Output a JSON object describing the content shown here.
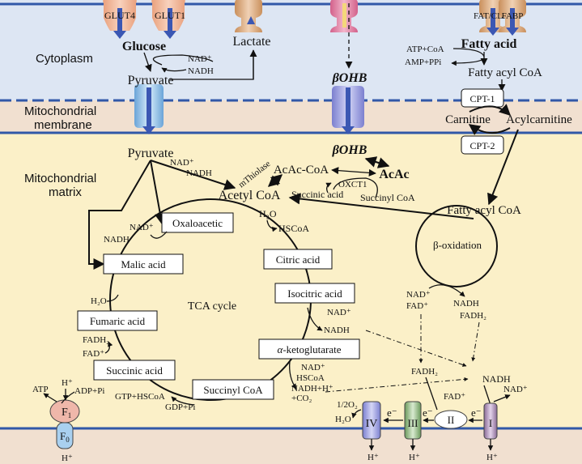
{
  "colors": {
    "cytoplasm_bg": "#dde6f3",
    "membrane_bg": "#f1e0d0",
    "matrix_bg": "#fbf0c8",
    "membrane_line": "#3158a8",
    "arrow_blue": "#3b57b3"
  },
  "regions": {
    "cytoplasm": "Cytoplasm",
    "membrane_line1": "Mitochondrial",
    "membrane_line2": "membrane",
    "matrix_line1": "Mitochondrial",
    "matrix_line2": "matrix"
  },
  "transporters": {
    "glut4": "GLUT4",
    "glut1": "GLUT1",
    "fat_cd36": "FAT/CD36",
    "fabp": "FABP"
  },
  "metabolites": {
    "glucose": "Glucose",
    "lactate": "Lactate",
    "pyruvate_cyto": "Pyruvate",
    "pyruvate_mito": "Pyruvate",
    "bohb_cyto": "βOHB",
    "bohb_mito": "βOHB",
    "fatty_acid": "Fatty acid",
    "fatty_acyl_coa_cyto": "Fatty acyl CoA",
    "carnitine": "Carnitine",
    "acylcarnitine": "Acylcarnitine",
    "acac_coa": "AcAc-CoA",
    "acac": "AcAc",
    "acetyl_coa": "Acetyl CoA",
    "fatty_acyl_coa_mito": "Fatty acyl CoA",
    "beta_oxidation": "β-oxidation",
    "tca_cycle": "TCA cycle"
  },
  "enzymes": {
    "cpt1": "CPT-1",
    "cpt2": "CPT-2",
    "mthiolase": "mThiolase",
    "oxct1": "OXCT1",
    "succinic_acid": "Succinic acid",
    "succinyl_coa_small": "Succinyl CoA"
  },
  "cofactors": {
    "nad": "NAD⁺",
    "nadh": "NADH",
    "atp_coa": "ATP+CoA",
    "amp_ppi": "AMP+PPi",
    "h2o": "H₂O",
    "hscoa": "HSCoA",
    "fadh2": "FADH₂",
    "fad": "FAD⁺",
    "nadh_h_co2_a": "NADH+H⁺",
    "nadh_h_co2_b": "+CO₂",
    "nad_hscoa": "HSCoA",
    "gtp_hscoa": "GTP+HSCoA",
    "gdp_pi": "GDP+Pi",
    "atp": "ATP",
    "adp_pi": "ADP+Pi",
    "h_plus": "H⁺",
    "half_o2": "1/2O₂",
    "e_minus": "e⁻"
  },
  "tca": {
    "oxaloacetic": "Oxaloacetic",
    "citric": "Citric acid",
    "isocitric": "Isocitric acid",
    "aketoglutarate_prefix": "α",
    "aketoglutarate": "-ketoglutarate",
    "succinyl_coa": "Succinyl CoA",
    "succinic": "Succinic acid",
    "fumaric": "Fumaric acid",
    "malic": "Malic acid"
  },
  "etc": {
    "c1": "I",
    "c2": "II",
    "c3": "III",
    "c4": "IV",
    "f1": "F",
    "f1_sub": "1",
    "f0": "F",
    "f0_sub": "0"
  }
}
